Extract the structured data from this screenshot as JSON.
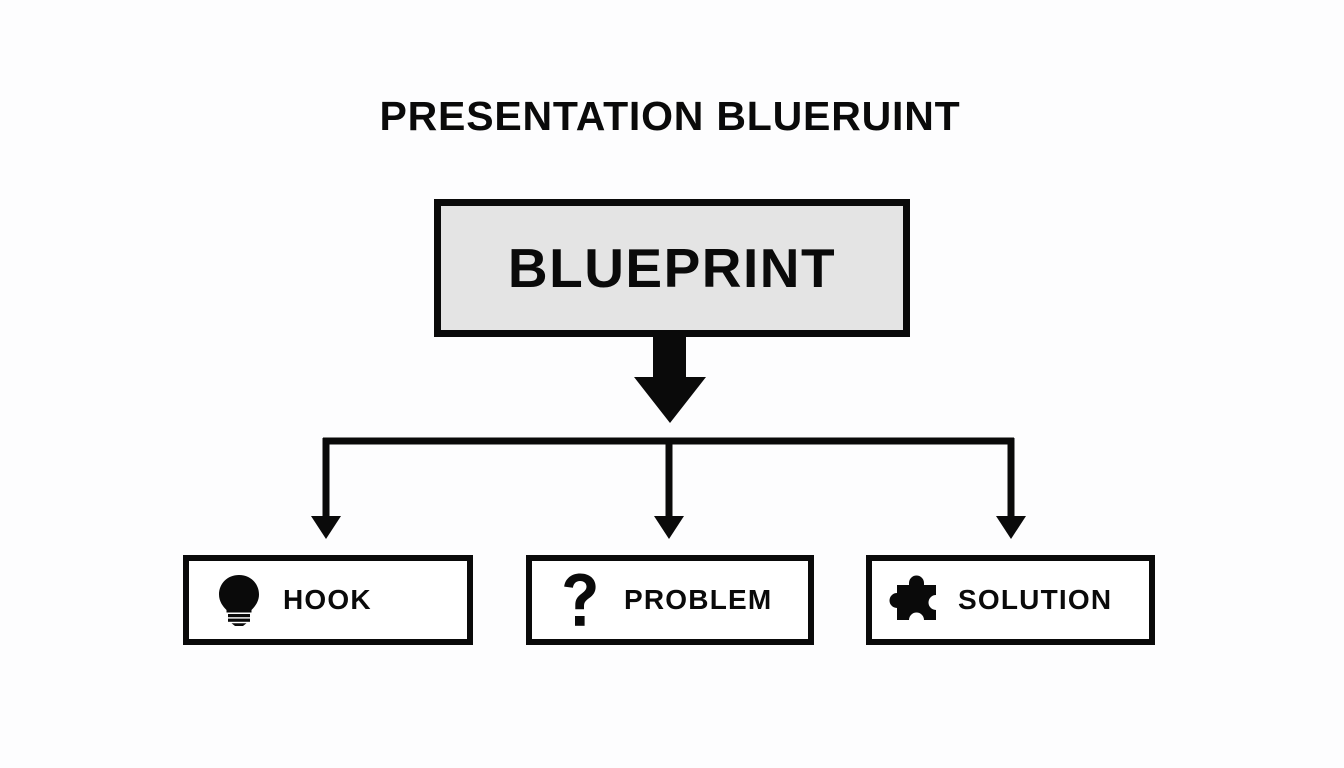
{
  "diagram": {
    "title": "PRESENTATION BLUERUINT",
    "background_color": "#fdfdfe",
    "line_color": "#0a0a0a",
    "root": {
      "label": "BLUEPRINT",
      "fill_color": "#e4e4e4",
      "border_color": "#0a0a0a"
    },
    "branches": [
      {
        "id": "hook",
        "label": "HOOK",
        "icon": "lightbulb-icon",
        "fill_color": "#ffffff",
        "border_color": "#0a0a0a"
      },
      {
        "id": "problem",
        "label": "PROBLEM",
        "icon": "question-mark-icon",
        "fill_color": "#ffffff",
        "border_color": "#0a0a0a"
      },
      {
        "id": "solution",
        "label": "SOLUTION",
        "icon": "puzzle-piece-icon",
        "fill_color": "#ffffff",
        "border_color": "#0a0a0a"
      }
    ],
    "connectors": {
      "main_arrow": "down-arrow-icon",
      "branch_arrows": [
        "down-arrow-icon",
        "down-arrow-icon",
        "down-arrow-icon"
      ]
    }
  }
}
